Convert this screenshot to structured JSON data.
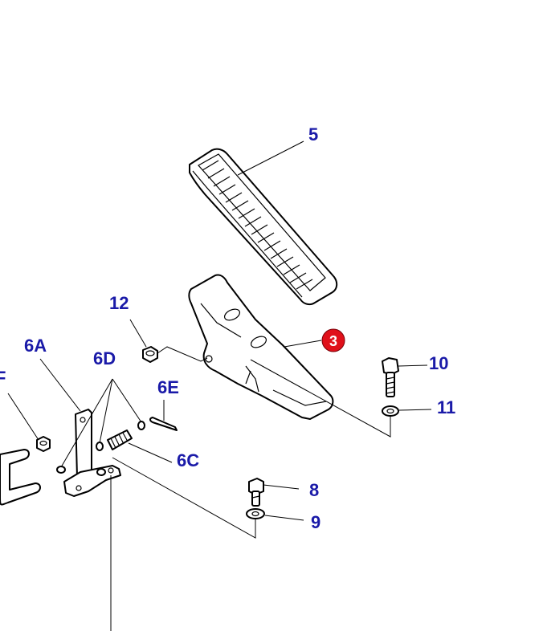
{
  "diagram": {
    "callouts": {
      "c5": "5",
      "c3": "3",
      "c12": "12",
      "c10": "10",
      "c11": "11",
      "c6A": "6A",
      "c6D": "6D",
      "c6E": "6E",
      "c6C": "6C",
      "cF": "F",
      "c8": "8",
      "c9": "9"
    },
    "colors": {
      "callout_text": "#1a1aa8",
      "highlight_badge": "#e0101a",
      "line": "#000000"
    }
  }
}
